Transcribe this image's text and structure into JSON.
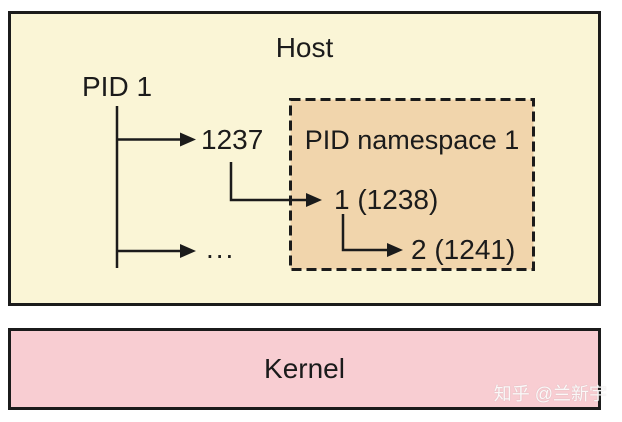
{
  "diagram": {
    "host": {
      "label": "Host"
    },
    "process_tree": {
      "root": "PID 1",
      "children": [
        "1237",
        "..."
      ]
    },
    "namespace": {
      "title": "PID namespace 1",
      "processes": [
        "1 (1238)",
        "2 (1241)"
      ]
    },
    "kernel": {
      "label": "Kernel"
    },
    "watermark": "知乎 @兰新宇"
  },
  "colors": {
    "host_bg": "#FAF5D6",
    "namespace_bg": "#F1D5AC",
    "kernel_bg": "#F8CDD2",
    "line": "#1B1B1B",
    "page_bg": "#FFFFFF",
    "watermark": "rgba(255,255,255,0.9)"
  }
}
